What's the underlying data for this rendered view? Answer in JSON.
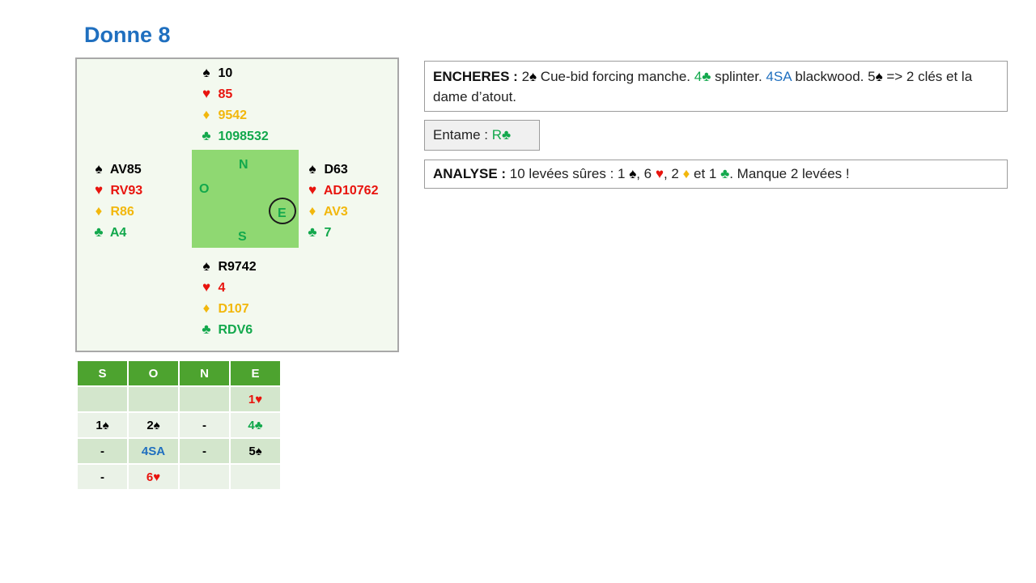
{
  "title": "Donne 8",
  "hands": {
    "north": {
      "spades": "10",
      "hearts": "85",
      "diamonds": "9542",
      "clubs": "1098532"
    },
    "west": {
      "spades": "AV85",
      "hearts": "RV93",
      "diamonds": "R86",
      "clubs": "A4"
    },
    "east": {
      "spades": "D63",
      "hearts": "AD10762",
      "diamonds": "AV3",
      "clubs": "7"
    },
    "south": {
      "spades": "R9742",
      "hearts": "4",
      "diamonds": "D107",
      "clubs": "RDV6"
    }
  },
  "suit_symbols": {
    "spades": "♠",
    "hearts": "♥",
    "diamonds": "♦",
    "clubs": "♣"
  },
  "compass": {
    "n": "N",
    "o": "O",
    "e": "E",
    "s": "S",
    "dealer": "E"
  },
  "auction": {
    "headers": [
      "S",
      "O",
      "N",
      "E"
    ],
    "rows": [
      [
        "",
        "",
        "",
        "1♥"
      ],
      [
        "1♠",
        "2♠",
        "-",
        "4♣"
      ],
      [
        "-",
        "4SA",
        "-",
        "5♠"
      ],
      [
        "-",
        "6♥",
        "",
        ""
      ]
    ]
  },
  "encheres": {
    "label": "ENCHERES :",
    "p1": " 2",
    "p2": " Cue-bid forcing manche. ",
    "p3": "4",
    "p4": " splinter. ",
    "p5": "4SA",
    "p6": " blackwood. 5",
    "p7": " => 2 clés et la dame d’atout."
  },
  "entame": {
    "label": "Entame : ",
    "card": "R"
  },
  "analyse": {
    "label": "ANALYSE :",
    "p1": " 10 levées sûres : 1 ",
    "p2": ", 6 ",
    "p3": ", 2 ",
    "p4": " et 1 ",
    "p5": ". Manque 2 levées !"
  },
  "colors": {
    "title": "#1f6fbf",
    "spades": "#000000",
    "hearts": "#e8140e",
    "diamonds": "#f2b70c",
    "clubs": "#12a84c",
    "header_bg": "#4da32f"
  }
}
